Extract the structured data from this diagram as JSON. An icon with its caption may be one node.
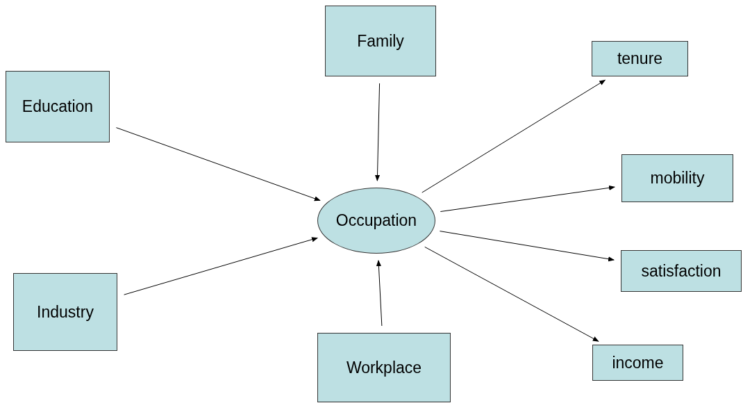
{
  "diagram": {
    "nodes": [
      {
        "text": [
          "Family"
        ]
      },
      {
        "text": [
          "Education"
        ]
      },
      {
        "text": [
          "Industry"
        ]
      },
      {
        "text": [
          "Workplace"
        ]
      },
      {
        "text": [
          "Occupation"
        ]
      },
      {
        "text": [
          "tenure"
        ]
      },
      {
        "text": [
          "mobility"
        ]
      },
      {
        "text": [
          "satisfaction"
        ]
      },
      {
        "text": [
          "income"
        ]
      }
    ],
    "edges": [
      {
        "from": 0,
        "to": 4,
        "arrow": "to"
      },
      {
        "from": 1,
        "to": 4,
        "arrow": "to"
      },
      {
        "from": 2,
        "to": 4,
        "arrow": "to"
      },
      {
        "from": 3,
        "to": 4,
        "arrow": "to"
      },
      {
        "from": 4,
        "to": 5,
        "arrow": "to"
      },
      {
        "from": 4,
        "to": 6,
        "arrow": "to"
      },
      {
        "from": 4,
        "to": 7,
        "arrow": "to"
      },
      {
        "from": 4,
        "to": 8,
        "arrow": "to"
      }
    ]
  }
}
